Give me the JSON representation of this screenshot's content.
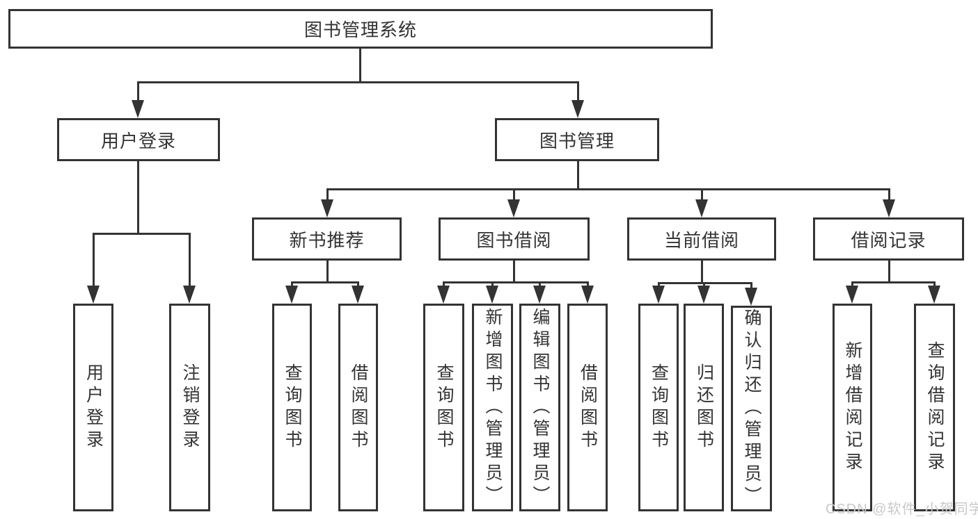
{
  "diagram": {
    "tree": {
      "label": "图书管理系统",
      "children": [
        {
          "label": "用户登录",
          "children": [
            {
              "label": "用户登录"
            },
            {
              "label": "注销登录"
            }
          ]
        },
        {
          "label": "图书管理",
          "children": [
            {
              "label": "新书推荐",
              "children": [
                {
                  "label": "查询图书"
                },
                {
                  "label": "借阅图书"
                }
              ]
            },
            {
              "label": "图书借阅",
              "children": [
                {
                  "label": "查询图书"
                },
                {
                  "label": "新增图书（管理员）"
                },
                {
                  "label": "编辑图书（管理员）"
                },
                {
                  "label": "借阅图书"
                }
              ]
            },
            {
              "label": "当前借阅",
              "children": [
                {
                  "label": "查询图书"
                },
                {
                  "label": "归还图书"
                },
                {
                  "label": "确认归还（管理员）"
                }
              ]
            },
            {
              "label": "借阅记录",
              "children": [
                {
                  "label": "新增借阅记录"
                },
                {
                  "label": "查询借阅记录"
                }
              ]
            }
          ]
        }
      ]
    },
    "colors": {
      "line": "#333333",
      "box_border": "#333333",
      "text": "#333333",
      "background": "#ffffff",
      "watermark": "#c9c9c9"
    }
  },
  "watermark": {
    "text": "CSDN @软件_小贺同学"
  }
}
